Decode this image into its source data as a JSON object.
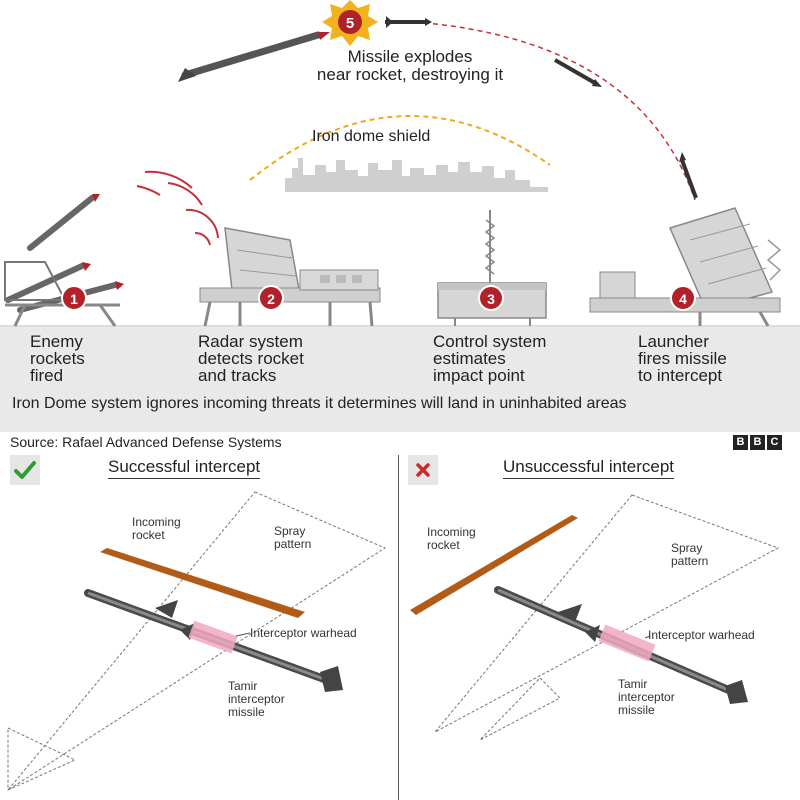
{
  "top": {
    "step5_number": "5",
    "explosion_text": "Missile explodes\nnear rocket, destroying it",
    "dome_label": "Iron dome shield"
  },
  "steps": [
    {
      "number": "1",
      "label": "Enemy\nrockets\nfired"
    },
    {
      "number": "2",
      "label": "Radar system\ndetects rocket\nand tracks"
    },
    {
      "number": "3",
      "label": "Control system\nestimates\nimpact point"
    },
    {
      "number": "4",
      "label": "Launcher\nfires missile\nto intercept"
    }
  ],
  "note": "Iron Dome system ignores incoming threats it determines will land in uninhabited areas",
  "source": "Source: Rafael Advanced Defense Systems",
  "brand": [
    "B",
    "B",
    "C"
  ],
  "panels": {
    "success": {
      "title": "Successful intercept",
      "status_icon": "check-icon",
      "incoming": "Incoming\nrocket",
      "spray": "Spray\npattern",
      "warhead": "Interceptor warhead",
      "tamir": "Tamir\ninterceptor\nmissile"
    },
    "failure": {
      "title": "Unsuccessful intercept",
      "status_icon": "cross-icon",
      "incoming": "Incoming\nrocket",
      "spray": "Spray\npattern",
      "warhead": "Interceptor warhead",
      "tamir": "Tamir\ninterceptor\nmissile"
    }
  },
  "colors": {
    "badge_red": "#b0212a",
    "rocket_brown": "#b25b17",
    "dome_orange": "#f0a81e",
    "trajectory_red": "#c4303a",
    "warhead_pink": "#f1a9bf",
    "check_green": "#2f9e32",
    "cross_red": "#c92a2a"
  }
}
